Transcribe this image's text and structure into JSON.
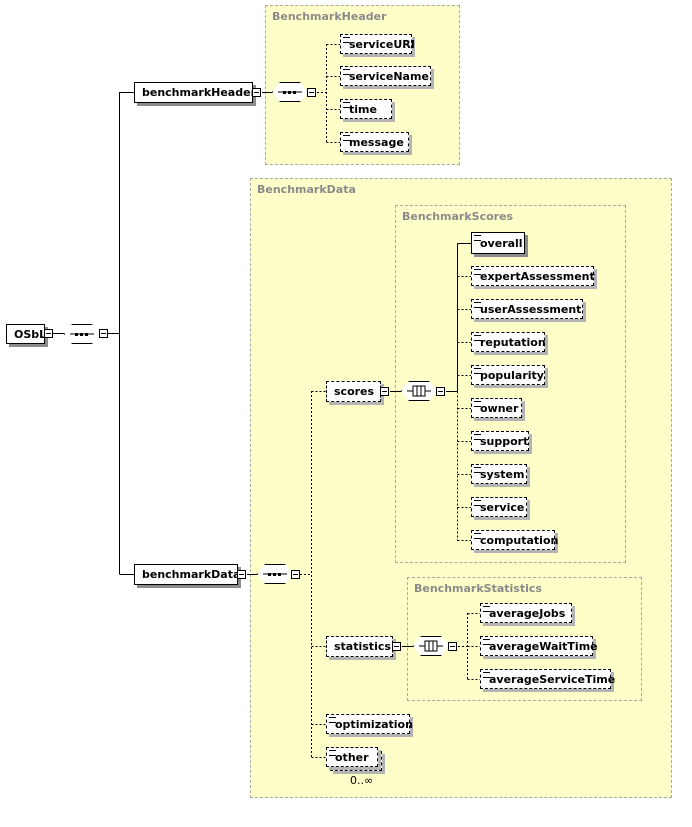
{
  "root": {
    "label": "OSbL"
  },
  "benchmark_header": {
    "element": "benchmarkHeader",
    "type_title": "BenchmarkHeader",
    "children": [
      "serviceURI",
      "serviceName",
      "time",
      "message"
    ]
  },
  "benchmark_data": {
    "element": "benchmarkData",
    "type_title": "BenchmarkData",
    "scores": {
      "element": "scores",
      "type_title": "BenchmarkScores",
      "children": [
        "overall",
        "expertAssessment",
        "userAssessment",
        "reputation",
        "popularity",
        "owner",
        "support",
        "system",
        "service",
        "computation"
      ]
    },
    "statistics": {
      "element": "statistics",
      "type_title": "BenchmarkStatistics",
      "children": [
        "averageJobs",
        "averageWaitTime",
        "averageServiceTime"
      ]
    },
    "optimization": "optimization",
    "other": {
      "label": "other",
      "occurrence": "0..∞"
    }
  }
}
